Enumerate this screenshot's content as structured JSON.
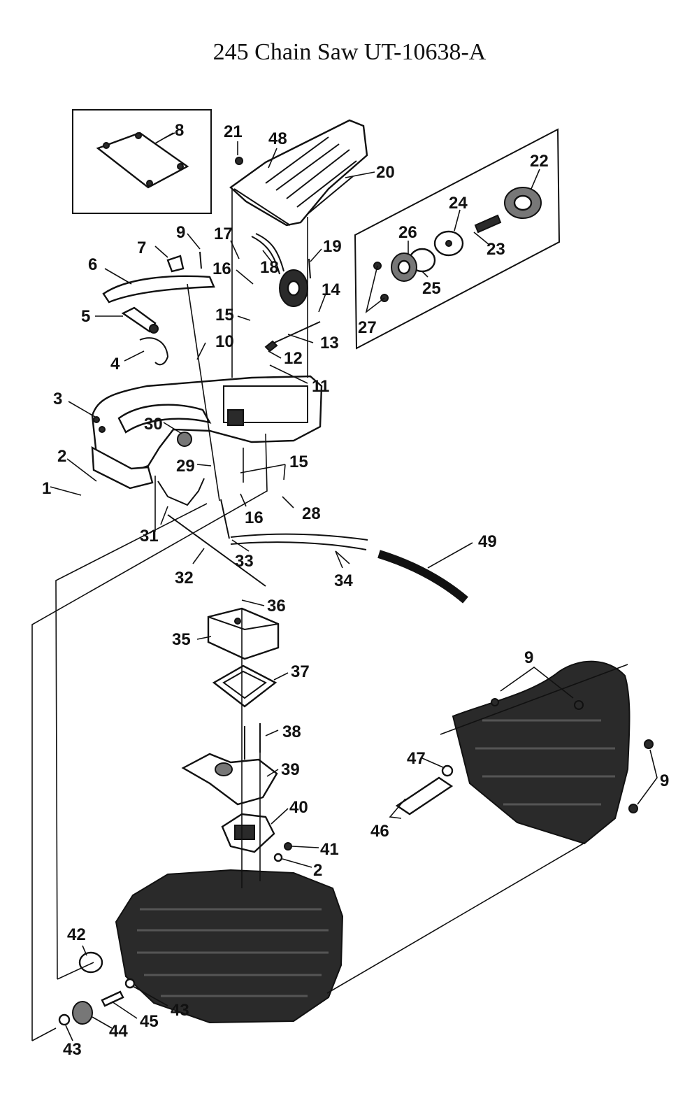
{
  "title": "245 Chain Saw UT-10638-A",
  "labels": {
    "l1": "1",
    "l2a": "2",
    "l2b": "2",
    "l3": "3",
    "l4": "4",
    "l5": "5",
    "l6": "6",
    "l7": "7",
    "l8": "8",
    "l9a": "9",
    "l9b": "9",
    "l9c": "9",
    "l10": "10",
    "l11": "11",
    "l12": "12",
    "l13": "13",
    "l14": "14",
    "l15a": "15",
    "l15b": "15",
    "l16a": "16",
    "l16b": "16",
    "l17": "17",
    "l18": "18",
    "l19": "19",
    "l20": "20",
    "l21": "21",
    "l22": "22",
    "l23": "23",
    "l24": "24",
    "l25": "25",
    "l26": "26",
    "l27": "27",
    "l28": "28",
    "l29": "29",
    "l30": "30",
    "l31": "31",
    "l32": "32",
    "l33": "33",
    "l34": "34",
    "l35": "35",
    "l36": "36",
    "l37": "37",
    "l38": "38",
    "l39": "39",
    "l40": "40",
    "l41": "41",
    "l42": "42",
    "l43a": "43",
    "l43b": "43",
    "l44": "44",
    "l45": "45",
    "l46": "46",
    "l47": "47",
    "l48": "48",
    "l49": "49"
  }
}
